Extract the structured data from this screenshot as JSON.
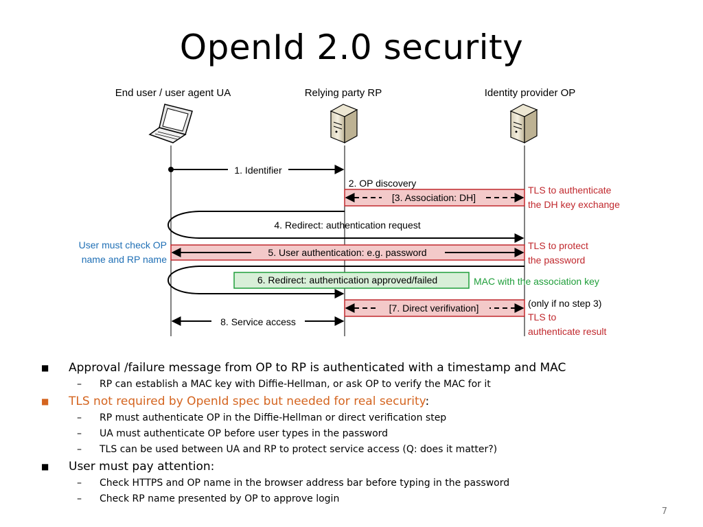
{
  "slide": {
    "title": "OpenId 2.0 security",
    "page_number": "7"
  },
  "diagram": {
    "actors": {
      "ua": "End user / user agent UA",
      "rp": "Relying party RP",
      "op": "Identity provider OP"
    },
    "messages": {
      "m1": "1. Identifier",
      "m2": "2. OP discovery",
      "m3": "[3. Association: DH]",
      "m4": "4. Redirect: authentication request",
      "m5": "5. User authentication: e.g. password",
      "m6": "6. Redirect: authentication approved/failed",
      "m7": "[7. Direct verifivation]",
      "m8": "8. Service access"
    },
    "notes": {
      "tls_dh_1": "TLS to authenticate",
      "tls_dh_2": "the DH key exchange",
      "check_1": "User must check OP",
      "check_2": "name and RP name",
      "tls_pw_1": "TLS to protect",
      "tls_pw_2": "the password",
      "mac": "MAC with the association key",
      "step7_1": "(only if no step 3)",
      "step7_2": "TLS to",
      "step7_3": "authenticate result"
    },
    "colors": {
      "red": "#c0282d",
      "blue": "#1f6fb5",
      "green": "#1f9e3a",
      "pink_fill": "#f3c9c9",
      "green_fill": "#d8efd8"
    }
  },
  "bullets": {
    "b1": "Approval /failure message from OP to RP is authenticated with a timestamp and MAC",
    "b1_1": "RP can establish a MAC key with Diffie-Hellman, or ask OP to verify the MAC for it",
    "b2_accent": "TLS not required by OpenId spec but needed for real security",
    "b2_colon": ":",
    "b2_1": "RP must authenticate OP in the Diffie-Hellman or direct verification step",
    "b2_2": "UA must authenticate OP before user types in the password",
    "b2_3": "TLS can be used between UA and RP to protect service access (Q: does it matter?)",
    "b3": "User must pay attention:",
    "b3_1": "Check HTTPS and OP name in the browser address bar before typing in the password",
    "b3_2": "Check RP name presented by OP to approve login"
  }
}
